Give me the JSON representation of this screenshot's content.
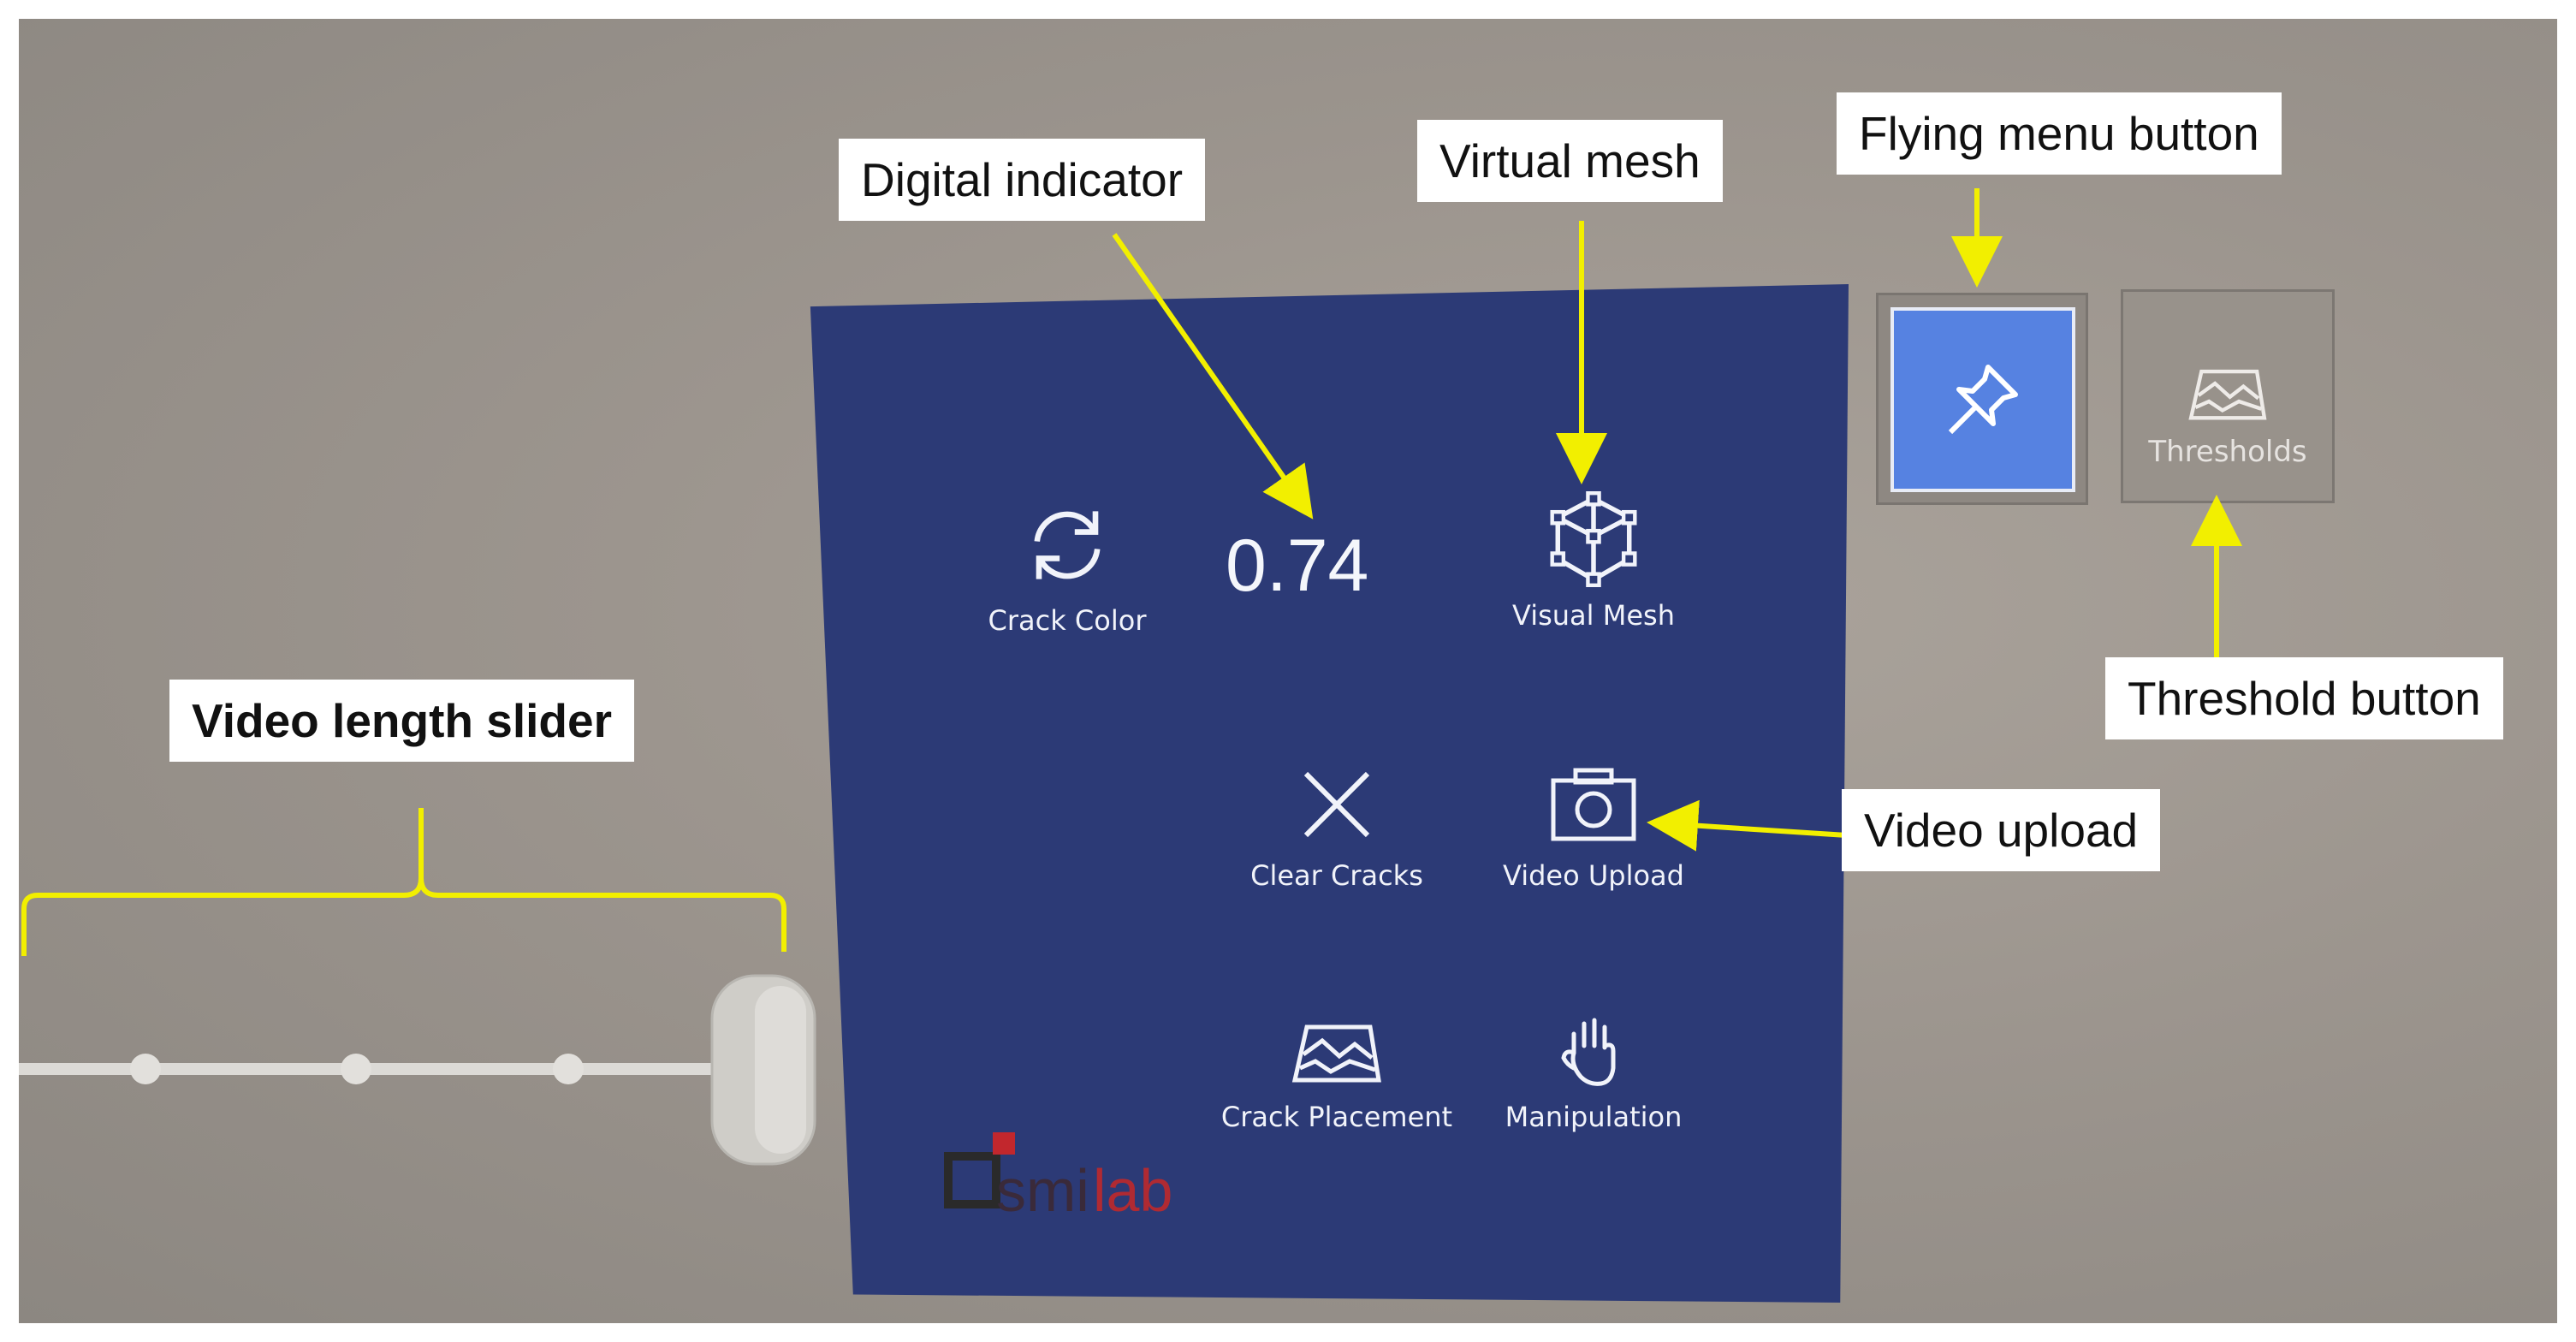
{
  "callouts": {
    "digital_indicator": "Digital indicator",
    "virtual_mesh": "Virtual mesh",
    "flying_menu_button": "Flying menu button",
    "threshold_button": "Threshold button",
    "video_upload": "Video upload",
    "video_length_slider": "Video length slider"
  },
  "menu": {
    "crack_color": "Crack Color",
    "indicator_value": "0.74",
    "visual_mesh": "Visual Mesh",
    "clear_cracks": "Clear Cracks",
    "video_upload": "Video Upload",
    "crack_placement": "Crack Placement",
    "manipulation": "Manipulation"
  },
  "side_buttons": {
    "pin_icon": "pin-icon",
    "thresholds_label": "Thresholds"
  },
  "logo": {
    "text_dark": "smi",
    "text_red": "lab"
  },
  "colors": {
    "panel": "#2c3a76",
    "pin_button": "#5682e1",
    "annotation_yellow": "#f2ef00",
    "logo_red": "#c2272d"
  }
}
